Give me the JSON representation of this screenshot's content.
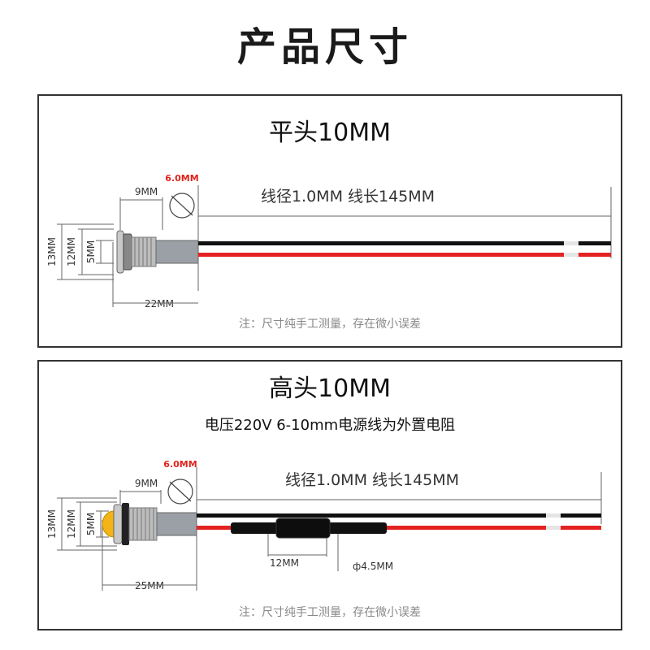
{
  "page_title": "产品尺寸",
  "panel_flat": {
    "title": "平头10MM",
    "wire_spec": "线径1.0MM  线长145MM",
    "dim_hex": "9MM",
    "dim_hole": "6.0MM",
    "dim_outer": "13MM",
    "dim_head": "12MM",
    "dim_lens": "5MM",
    "dim_length": "22MM",
    "note": "注：尺寸纯手工测量，存在微小误差"
  },
  "panel_high": {
    "title": "高头10MM",
    "subtitle": "电压220V  6-10mm电源线为外置电阻",
    "wire_spec": "线径1.0MM  线长145MM",
    "dim_hex": "9MM",
    "dim_hole": "6.0MM",
    "dim_outer": "13MM",
    "dim_head": "12MM",
    "dim_lens": "5MM",
    "dim_length": "25MM",
    "dim_resistor": "12MM",
    "dim_sleeve": "ф4.5MM",
    "note": "注：尺寸纯手工测量，存在微小误差"
  },
  "colors": {
    "wire_red": "#e52222",
    "wire_black": "#111111",
    "accent_red": "#e0231c",
    "led_yellow": "#f2b417"
  }
}
